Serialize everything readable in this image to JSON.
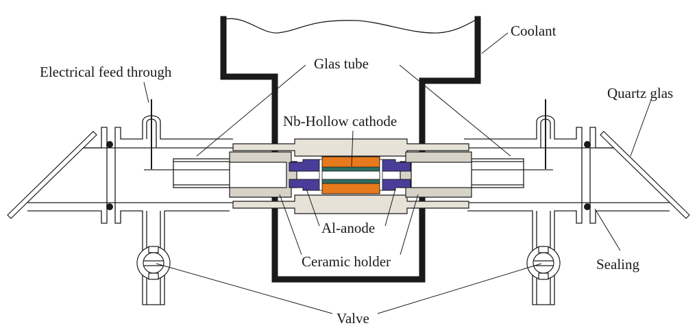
{
  "figure": {
    "title": "Hollow cathode lamp cross-section",
    "labels": {
      "coolant": "Coolant",
      "glas_tube": "Glas tube",
      "electrical_feed_through": "Electrical feed through",
      "quartz_glas": "Quartz glas",
      "nb_hollow_cathode": "Nb-Hollow cathode",
      "al_anode": "Al-anode",
      "ceramic_holder": "Ceramic holder",
      "sealing": "Sealing",
      "valve": "Valve"
    },
    "colors": {
      "cathode": "#e87a1e",
      "cathode_stripe": "#2e6e62",
      "anode": "#4a3d9a",
      "ceramic": "#e6e2d8",
      "ceramic_dark": "#d6d2c8",
      "line": "#1a1a1a"
    }
  }
}
